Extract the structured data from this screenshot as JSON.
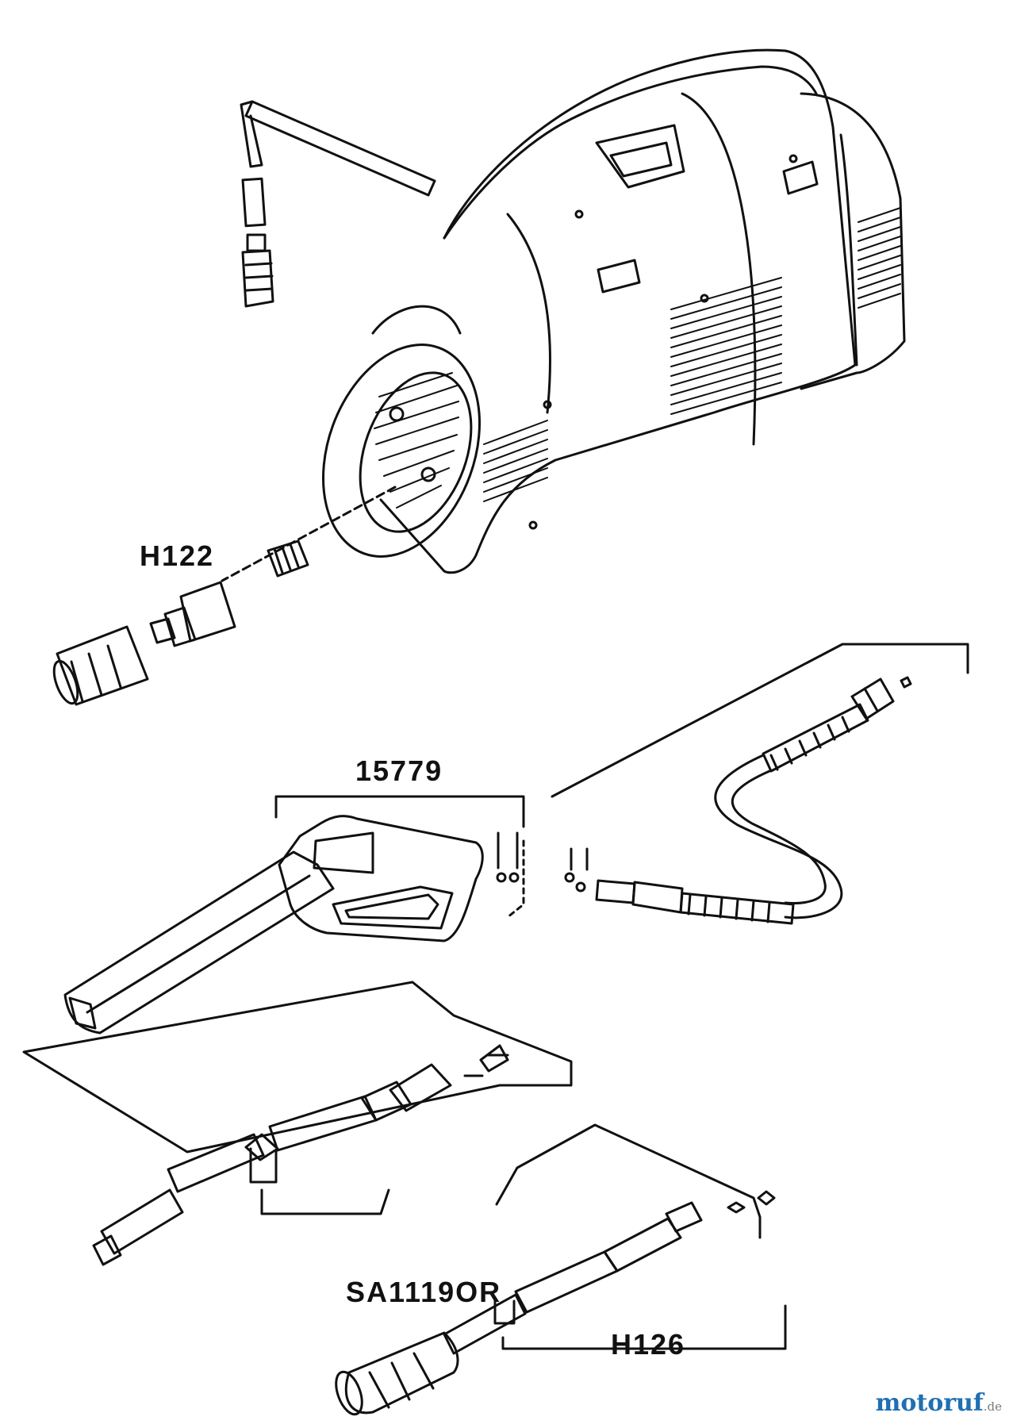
{
  "labels": {
    "pump_adapter": "H122",
    "trigger_gun": "15779",
    "lance_kit": "SA1119OR",
    "turbo_lance": "H126"
  },
  "watermark": {
    "name": "motoruf",
    "domain": ".de",
    "colors": {
      "name": "#1f6fb2",
      "domain": "#7a7a7a"
    }
  },
  "colors": {
    "line": "#111111",
    "background": "#ffffff"
  }
}
